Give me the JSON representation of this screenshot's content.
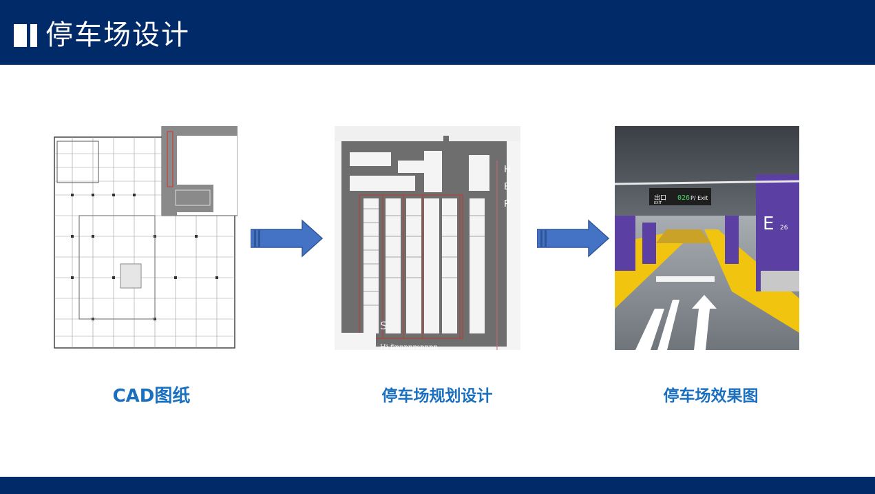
{
  "header": {
    "title": "停车场设计"
  },
  "steps": [
    {
      "caption": "CAD图纸",
      "image": "cad-floorplan-drawing"
    },
    {
      "caption": "停车场规划设计",
      "image": "parking-layout-plan",
      "overlay_letters": [
        "H",
        "E",
        "P"
      ],
      "overlay_s": "S",
      "overlay_bottom": "Hi finnnnronnnn"
    },
    {
      "caption": "停车场效果图",
      "image": "garage-rendering",
      "signs": {
        "exit": "出口",
        "exit_en": "EXIT",
        "bay": "026",
        "bay_label": "P/ Exit",
        "pillar": "E",
        "pillar_no": "26"
      }
    }
  ],
  "colors": {
    "header": "#012a69",
    "caption": "#1a6fbe",
    "arrow": "#4472c4"
  }
}
